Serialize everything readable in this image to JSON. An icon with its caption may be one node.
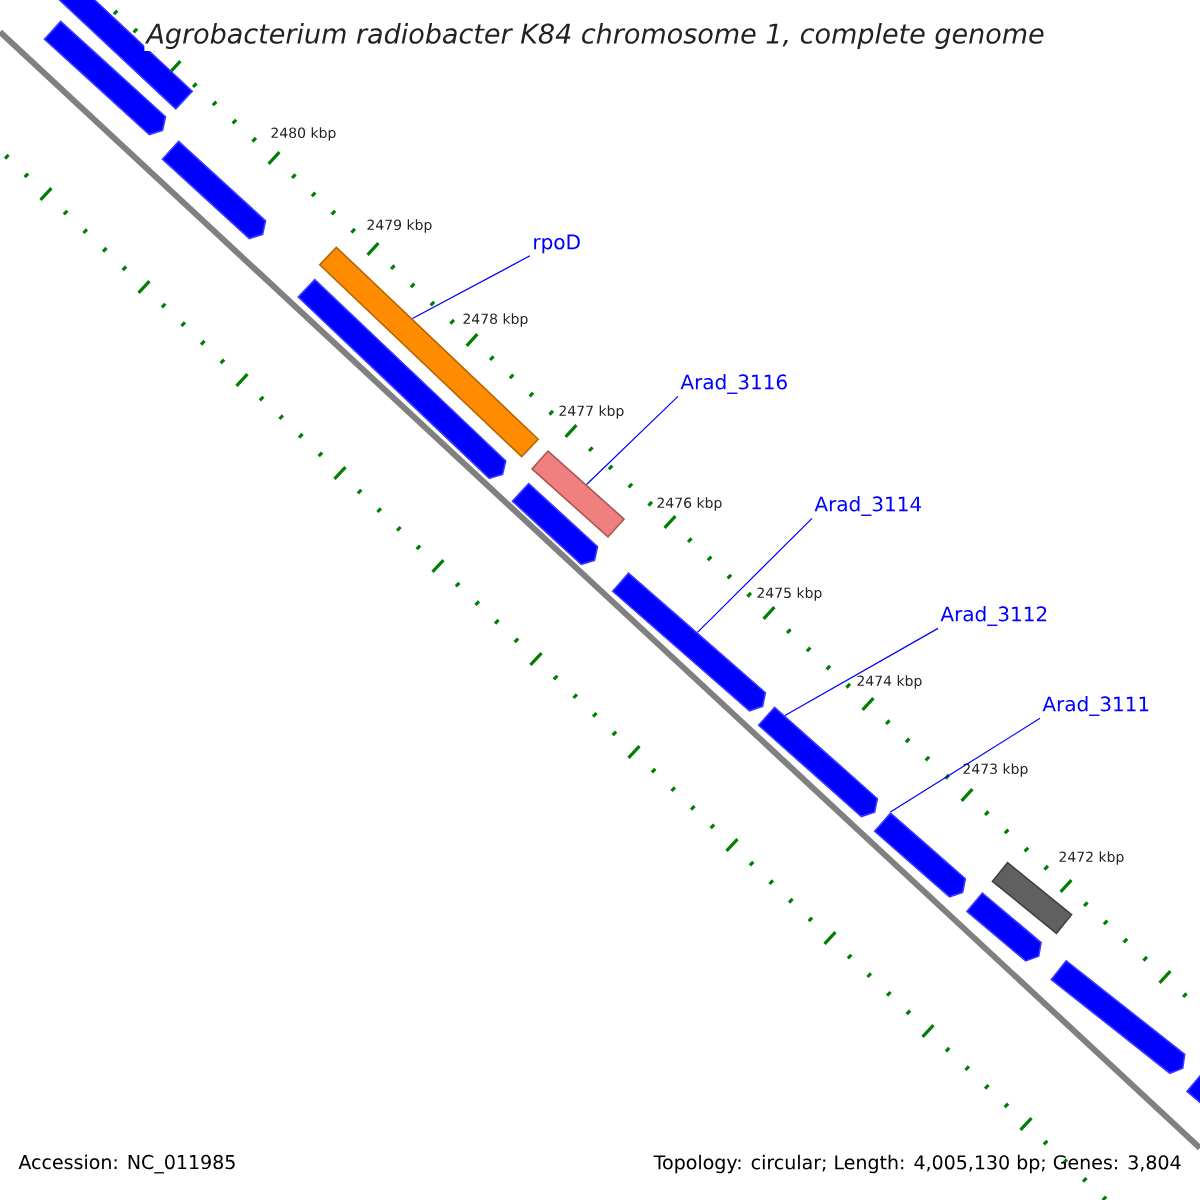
{
  "diagram": {
    "title": "Agrobacterium radiobacter K84 chromosome 1, complete genome",
    "nodes": [
      {
        "text": [],
        "shape": "arrow"
      },
      {
        "text": [],
        "shape": "bar"
      },
      {
        "text": [],
        "shape": "arrow"
      },
      {
        "text": [],
        "shape": "arrow"
      },
      {
        "text": [],
        "shape": "bar"
      },
      {
        "text": [],
        "shape": "arrow"
      },
      {
        "text": [],
        "shape": "bar"
      },
      {
        "text": [],
        "shape": "arrow"
      },
      {
        "text": [],
        "shape": "arrow"
      },
      {
        "text": [],
        "shape": "arrow"
      },
      {
        "text": [],
        "shape": "arrow"
      },
      {
        "text": [],
        "shape": "bar"
      },
      {
        "text": [],
        "shape": "arrow"
      },
      {
        "text": [],
        "shape": "arrow"
      },
      {
        "text": [
          "rpoD"
        ]
      },
      {
        "text": [
          "Arad_3116"
        ]
      },
      {
        "text": [
          "Arad_3114"
        ]
      },
      {
        "text": [
          "Arad_3112"
        ]
      },
      {
        "text": [
          "Arad_3111"
        ]
      }
    ],
    "edges": [
      {
        "from": 14,
        "to": 4,
        "arrow": "none"
      },
      {
        "from": 15,
        "to": 6,
        "arrow": "none"
      },
      {
        "from": 16,
        "to": 7,
        "arrow": "none"
      },
      {
        "from": 17,
        "to": 8,
        "arrow": "none"
      },
      {
        "from": 18,
        "to": 9,
        "arrow": "none"
      }
    ],
    "labels": [
      "2480 kbp",
      "2479 kbp",
      "2478 kbp",
      "2477 kbp",
      "2476 kbp",
      "2475 kbp",
      "2474 kbp",
      "2473 kbp",
      "2472 kbp",
      "Accession: NC_011985",
      "Topology: circular; Length: 4,005,130 bp; Genes: 3,804"
    ]
  }
}
